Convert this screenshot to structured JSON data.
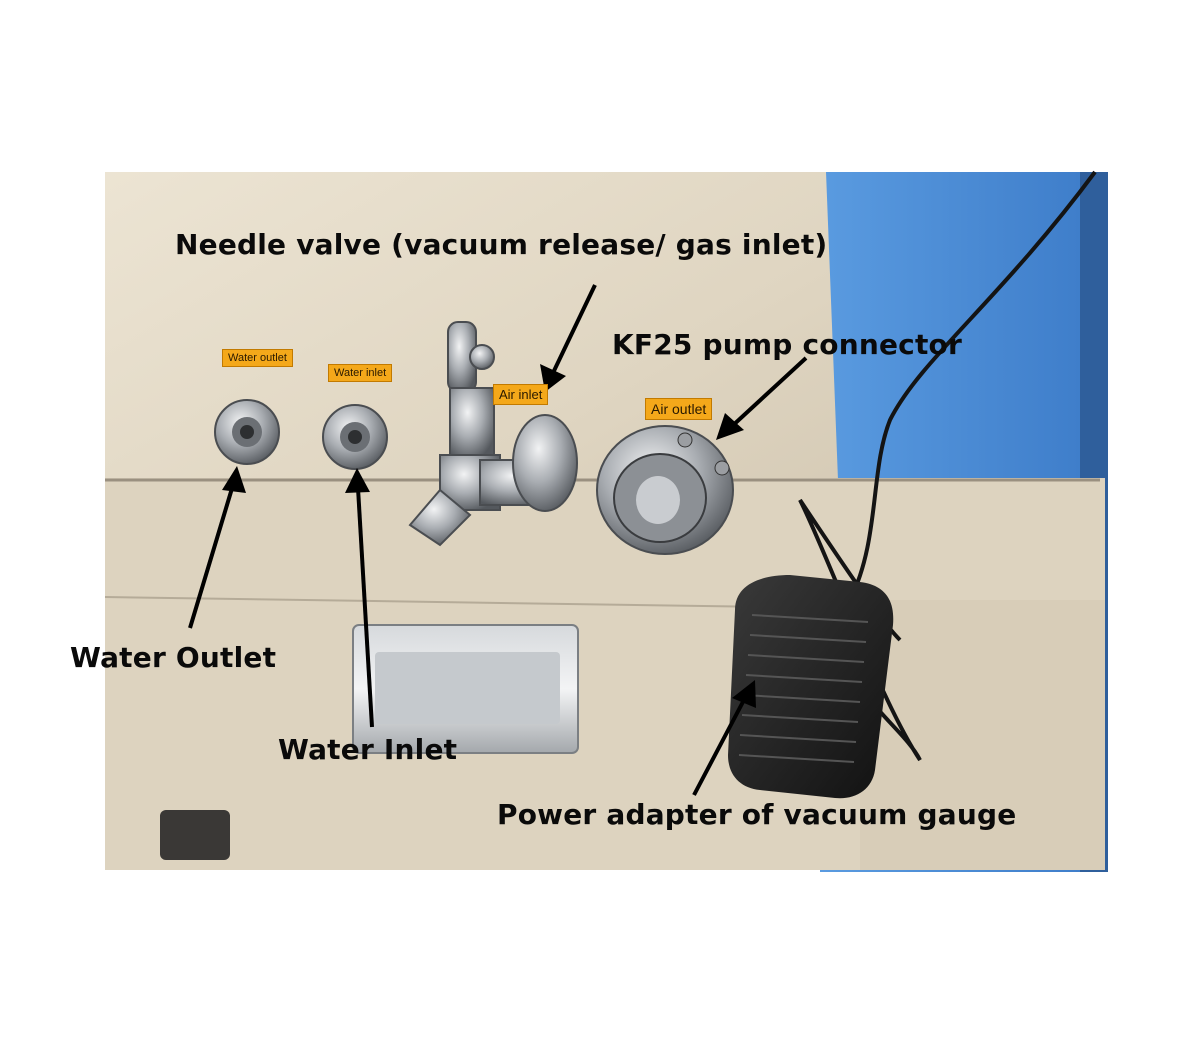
{
  "callouts": {
    "needle_valve": "Needle valve (vacuum release/ gas inlet)",
    "kf25": "KF25 pump connector",
    "water_outlet": "Water Outlet",
    "water_inlet": "Water Inlet",
    "power_adapter": "Power adapter of vacuum gauge"
  },
  "tags": {
    "water_outlet": "Water outlet",
    "water_inlet": "Water inlet",
    "air_inlet": "Air inlet",
    "air_outlet": "Air outlet"
  },
  "colors": {
    "panel": "#e3dac8",
    "blue_side": "#4a8ed8",
    "label_tag": "#f4a81a",
    "steel": "#b9bcc0"
  }
}
